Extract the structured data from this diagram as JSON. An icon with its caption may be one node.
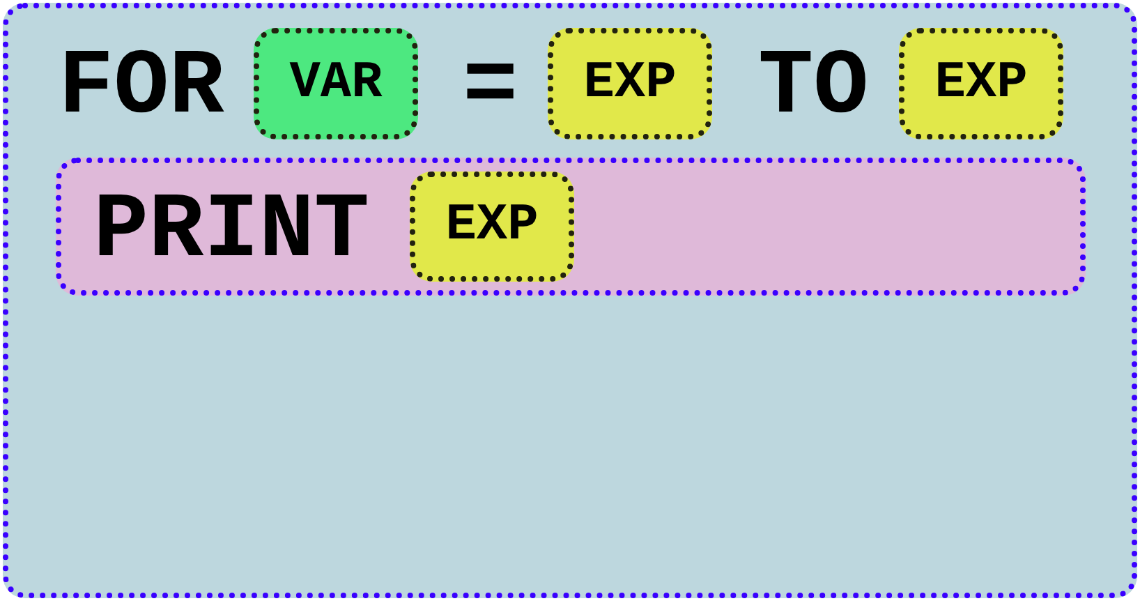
{
  "diagram": {
    "nodes": [
      {
        "text": [
          "FOR",
          "=",
          "TO"
        ]
      },
      {
        "text": [
          "VAR"
        ],
        "in": 0
      },
      {
        "text": [
          "EXP"
        ],
        "in": 0
      },
      {
        "text": [
          "EXP"
        ],
        "in": 0
      },
      {
        "text": [
          "PRINT"
        ],
        "in": 0
      },
      {
        "text": [
          "EXP"
        ],
        "in": 4
      }
    ]
  }
}
